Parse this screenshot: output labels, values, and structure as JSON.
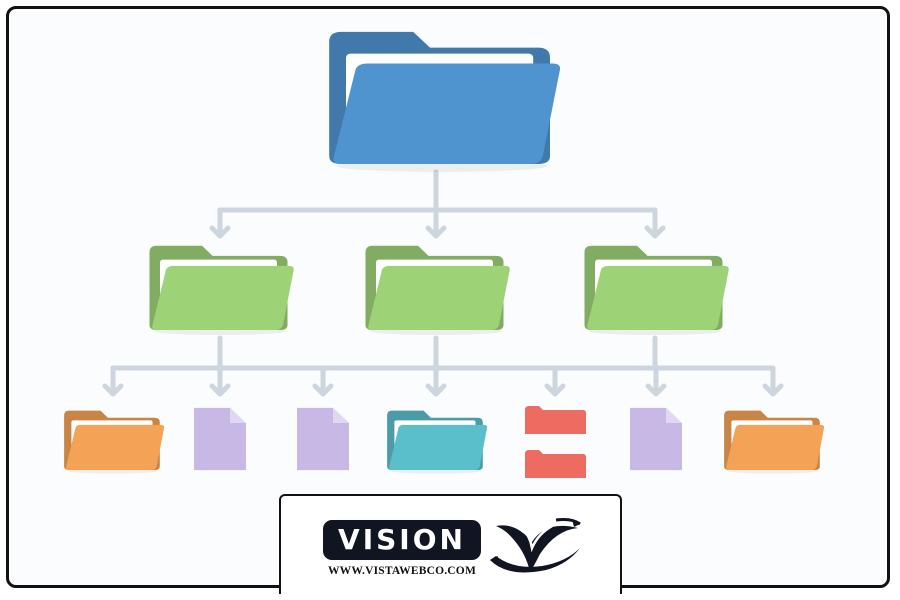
{
  "diagram": {
    "type": "folder-hierarchy",
    "root": {
      "kind": "folder",
      "color": "#4f93cf"
    },
    "level1": [
      {
        "kind": "folder",
        "color": "#9ed277"
      },
      {
        "kind": "folder",
        "color": "#9ed277"
      },
      {
        "kind": "folder",
        "color": "#9ed277"
      }
    ],
    "level2": [
      {
        "kind": "folder",
        "color": "#f4a255",
        "parent": 0
      },
      {
        "kind": "document",
        "color": "#c7b8e6",
        "parent": 0
      },
      {
        "kind": "document",
        "color": "#c7b8e6",
        "parent": 1
      },
      {
        "kind": "folder",
        "color": "#5bbecb",
        "parent": 1
      },
      {
        "kind": "stacked-tabs",
        "color": "#ee6b62",
        "parent": 1
      },
      {
        "kind": "document",
        "color": "#c7b8e6",
        "parent": 2
      },
      {
        "kind": "folder",
        "color": "#f4a255",
        "parent": 2
      }
    ],
    "connector_color": "#cdd6de"
  },
  "branding": {
    "name": "VISION",
    "url": "WWW.VISTAWEBCO.COM",
    "icon": "vision-emblem-icon"
  }
}
